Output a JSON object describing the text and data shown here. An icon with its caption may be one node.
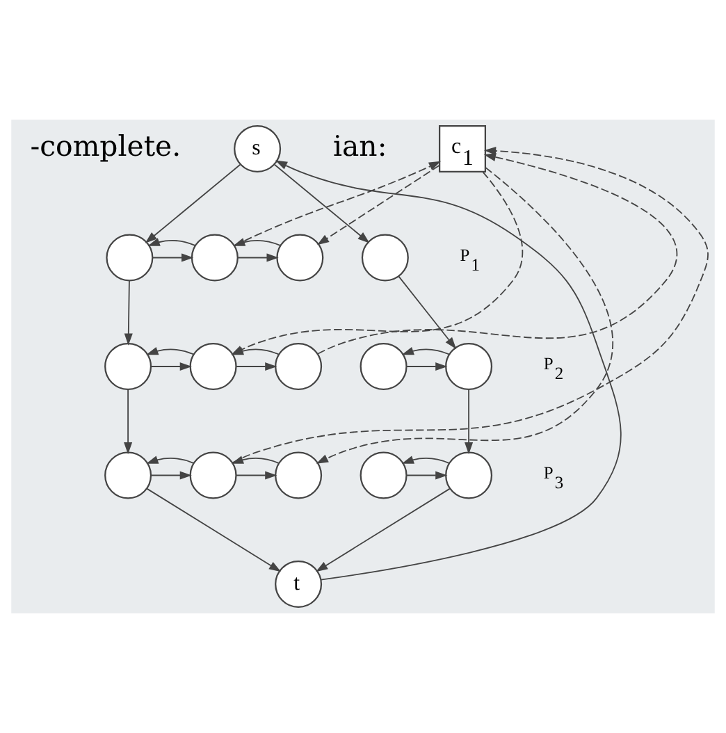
{
  "diagram": {
    "nodes": [
      {
        "text": [
          "s"
        ]
      },
      {
        "text": [
          "c$_{1}$"
        ]
      },
      {
        "text": [],
        "shape": "circle"
      },
      {
        "text": [],
        "shape": "circle"
      },
      {
        "text": [],
        "shape": "circle"
      },
      {
        "text": [],
        "shape": "circle"
      },
      {
        "text": [],
        "shape": "circle"
      },
      {
        "text": [],
        "shape": "circle"
      },
      {
        "text": [],
        "shape": "circle"
      },
      {
        "text": [],
        "shape": "circle"
      },
      {
        "text": [],
        "shape": "circle"
      },
      {
        "text": [],
        "shape": "circle"
      },
      {
        "text": [],
        "shape": "circle"
      },
      {
        "text": [],
        "shape": "circle"
      },
      {
        "text": [],
        "shape": "circle"
      },
      {
        "text": [],
        "shape": "circle"
      },
      {
        "text": [
          "t"
        ]
      }
    ],
    "edges": [
      {
        "from": 0,
        "to": 2,
        "arrow": "to"
      },
      {
        "from": 0,
        "to": 5,
        "arrow": "to"
      },
      {
        "from": 2,
        "to": 3,
        "arrow": "to"
      },
      {
        "from": 3,
        "to": 2,
        "arrow": "to"
      },
      {
        "from": 3,
        "to": 4,
        "arrow": "to"
      },
      {
        "from": 4,
        "to": 3,
        "arrow": "to"
      },
      {
        "from": 2,
        "to": 6,
        "arrow": "to"
      },
      {
        "from": 5,
        "to": 10,
        "arrow": "to"
      },
      {
        "from": 6,
        "to": 7,
        "arrow": "to"
      },
      {
        "from": 7,
        "to": 6,
        "arrow": "to"
      },
      {
        "from": 7,
        "to": 8,
        "arrow": "to"
      },
      {
        "from": 8,
        "to": 7,
        "arrow": "to"
      },
      {
        "from": 9,
        "to": 10,
        "arrow": "to"
      },
      {
        "from": 10,
        "to": 9,
        "arrow": "to"
      },
      {
        "from": 6,
        "to": 11,
        "arrow": "to"
      },
      {
        "from": 10,
        "to": 15,
        "arrow": "to"
      },
      {
        "from": 11,
        "to": 12,
        "arrow": "to"
      },
      {
        "from": 12,
        "to": 11,
        "arrow": "to"
      },
      {
        "from": 12,
        "to": 13,
        "arrow": "to"
      },
      {
        "from": 13,
        "to": 12,
        "arrow": "to"
      },
      {
        "from": 14,
        "to": 15,
        "arrow": "to"
      },
      {
        "from": 15,
        "to": 14,
        "arrow": "to"
      },
      {
        "from": 11,
        "to": 16,
        "arrow": "to"
      },
      {
        "from": 15,
        "to": 16,
        "arrow": "to"
      },
      {
        "from": 16,
        "to": 0,
        "arrow": "to"
      },
      {
        "from": 3,
        "to": 1,
        "arrow": "to",
        "style": "dashed"
      },
      {
        "from": 1,
        "to": 4,
        "arrow": "to",
        "style": "dashed"
      },
      {
        "from": 1,
        "to": 7,
        "arrow": "to",
        "style": "dashed"
      },
      {
        "from": 8,
        "to": 1,
        "arrow": "to",
        "style": "dashed"
      },
      {
        "from": 12,
        "to": 1,
        "arrow": "to",
        "style": "dashed"
      },
      {
        "from": 1,
        "to": 13,
        "arrow": "to",
        "style": "dashed"
      }
    ],
    "labels": [
      "-complete.",
      "ian:",
      "P$_{1}$",
      "P$_{2}$",
      "P$_{3}$"
    ]
  }
}
